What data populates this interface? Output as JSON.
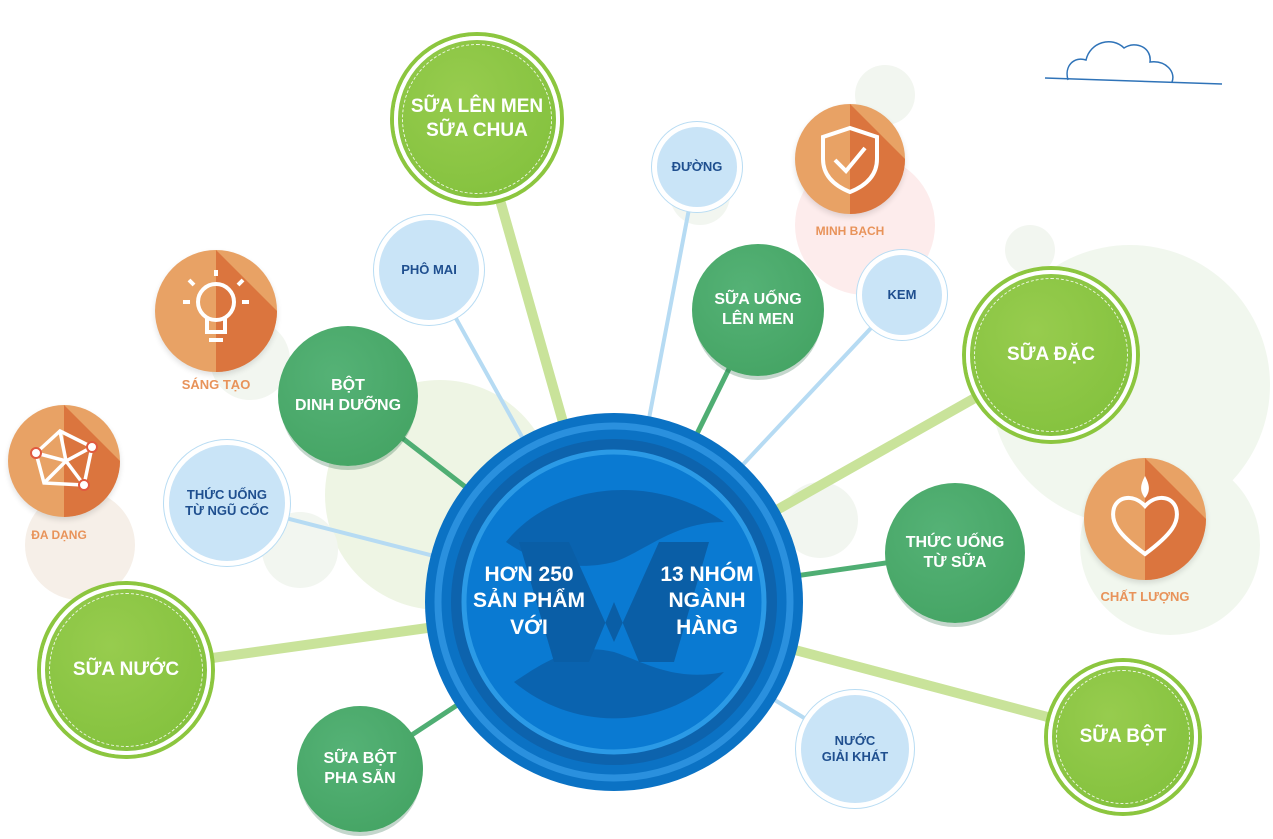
{
  "center": {
    "left_text": "HƠN 250\nSẢN PHẨM\nVỚI",
    "right_text": "13 NHÓM\nNGÀNH\nHÀNG"
  },
  "categories": [
    {
      "id": "sua-len-men-sua-chua",
      "label": "SỮA LÊN MEN\nSỮA CHUA",
      "style": "lime"
    },
    {
      "id": "sua-dac",
      "label": "SỮA ĐẶC",
      "style": "lime"
    },
    {
      "id": "sua-nuoc",
      "label": "SỮA NƯỚC",
      "style": "lime"
    },
    {
      "id": "sua-bot",
      "label": "SỮA BỘT",
      "style": "lime"
    },
    {
      "id": "bot-dinh-duong",
      "label": "BỘT\nDINH DƯỠNG",
      "style": "green"
    },
    {
      "id": "sua-uong-len-men",
      "label": "SỮA UỐNG\nLÊN MEN",
      "style": "green"
    },
    {
      "id": "thuc-uong-tu-sua",
      "label": "THỨC UỐNG\nTỪ SỮA",
      "style": "green"
    },
    {
      "id": "sua-bot-pha-san",
      "label": "SỮA BỘT\nPHA SẴN",
      "style": "green"
    },
    {
      "id": "pho-mai",
      "label": "PHÔ MAI",
      "style": "lightblue"
    },
    {
      "id": "duong",
      "label": "ĐƯỜNG",
      "style": "lightblue"
    },
    {
      "id": "kem",
      "label": "KEM",
      "style": "lightblue"
    },
    {
      "id": "thuc-uong-tu-ngu-coc",
      "label": "THỨC UỐNG\nTỪ NGŨ CỐC",
      "style": "lightblue"
    },
    {
      "id": "nuoc-giai-khat",
      "label": "NƯỚC\nGIẢI KHÁT",
      "style": "lightblue"
    }
  ],
  "values": [
    {
      "id": "minh-bach",
      "label": "MINH BẠCH",
      "icon": "shield-check-icon"
    },
    {
      "id": "sang-tao",
      "label": "SÁNG TẠO",
      "icon": "lightbulb-icon"
    },
    {
      "id": "da-dang",
      "label": "ĐA DẠNG",
      "icon": "network-polygon-icon"
    },
    {
      "id": "chat-luong",
      "label": "CHẤT LƯỢNG",
      "icon": "heart-flame-icon"
    }
  ],
  "colors": {
    "center_blue": "#0a6fc2",
    "lime": "#8cc63f",
    "green": "#43a363",
    "light_blue": "#c9e4f7",
    "orange": "#e8a265",
    "orange_dark": "#d9703a",
    "label_orange": "#e8935a"
  }
}
